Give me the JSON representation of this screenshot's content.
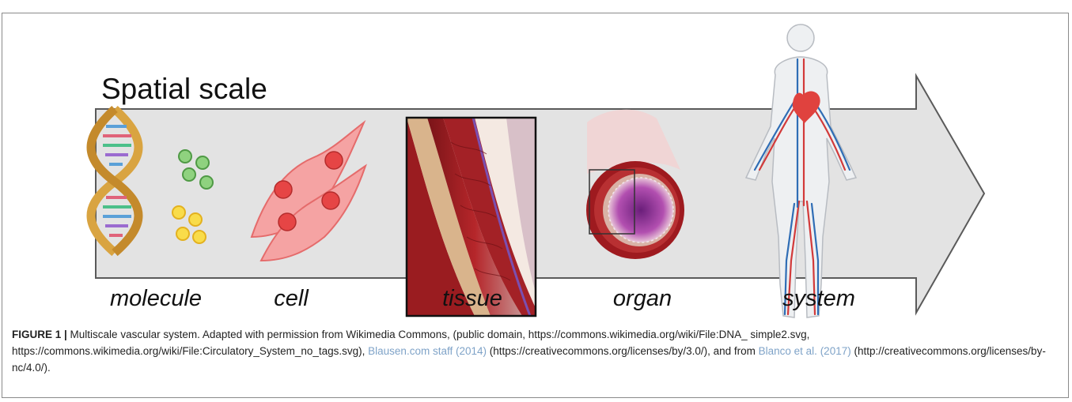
{
  "diagram": {
    "title": "Spatial scale",
    "stages": [
      {
        "key": "molecule",
        "label": "molecule"
      },
      {
        "key": "cell",
        "label": "cell"
      },
      {
        "key": "tissue",
        "label": "tissue"
      },
      {
        "key": "organ",
        "label": "organ"
      },
      {
        "key": "system",
        "label": "system"
      }
    ]
  },
  "caption": {
    "figure_label": "FIGURE 1 |",
    "part1": " Multiscale vascular system. Adapted with permission from Wikimedia Commons, (public domain, https://commons.wikimedia.org/wiki/File:DNA_ simple2.svg, https://commons.wikimedia.org/wiki/File:Circulatory_System_no_tags.svg), ",
    "ref1": "Blausen.com staff (2014)",
    "part2": " (https://creativecommons.org/licenses/by/3.0/), and from ",
    "ref2": "Blanco et al. (2017)",
    "part3": " (http://creativecommons.org/licenses/by-nc/4.0/)."
  },
  "colors": {
    "arrow_fill": "#e3e3e3",
    "arrow_stroke": "#5a5a5a",
    "cell_pink": "#f08080",
    "nucleus_red": "#e64545",
    "vessel_red": "#b5262a",
    "vein_blue": "#2f6db5",
    "dna_gold": "#d9a441",
    "molecule_green": "#7cc26f",
    "molecule_yellow": "#f7d23a",
    "reference_link": "#7fa3c8"
  }
}
